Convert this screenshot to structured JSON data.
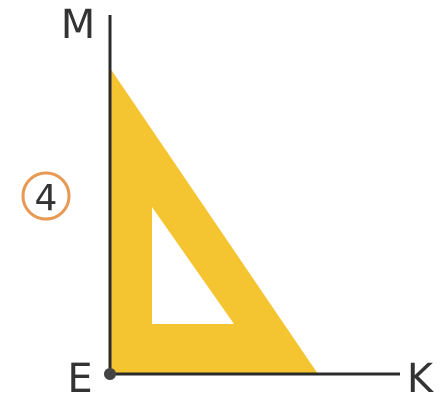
{
  "labels": {
    "vertex_top": "M",
    "vertex_corner": "E",
    "vertex_right": "K",
    "item_number": "4"
  },
  "colors": {
    "set_square": "#f5c431",
    "lines": "#2b2b2b",
    "text": "#333333",
    "badge_ring": "#e89a55"
  }
}
